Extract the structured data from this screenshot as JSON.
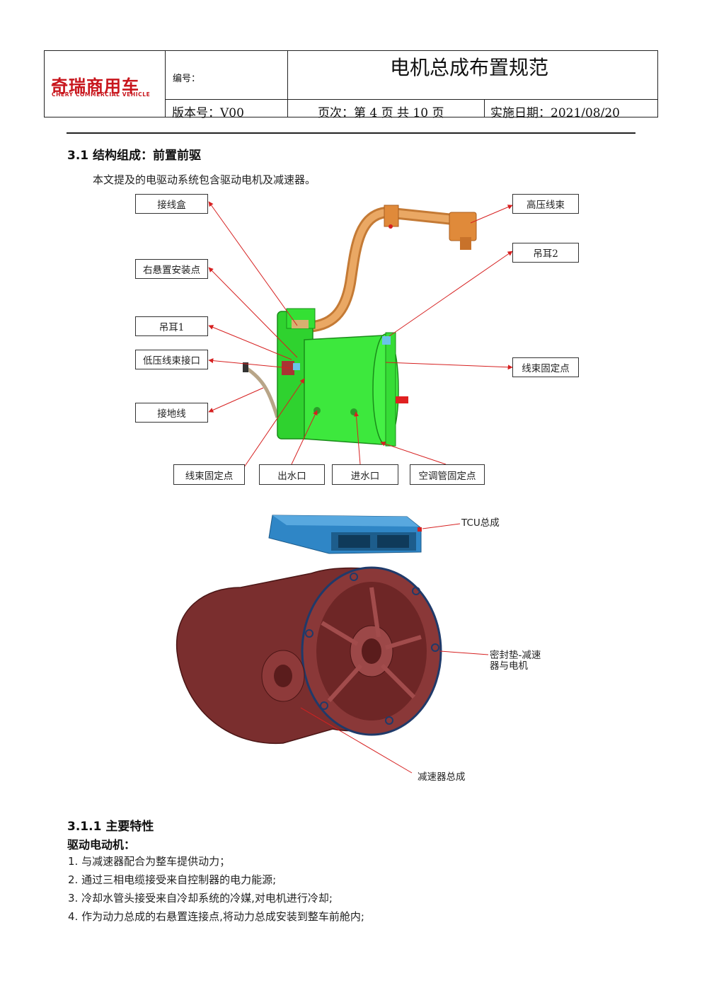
{
  "header": {
    "logo_cn": "奇瑞商用车",
    "logo_en": "CHERY COMMERCIAL VEHICLE",
    "number_label": "编号：",
    "title": "电机总成布置规范",
    "version": "版本号：V00",
    "page": "页次：第 4 页  共 10 页",
    "date": "实施日期：2021/08/20"
  },
  "section": {
    "heading": "3.1 结构组成：前置前驱",
    "intro": "本文提及的电驱动系统包含驱动电机及减速器。"
  },
  "figure1": {
    "labels": {
      "junction_box": "接线盒",
      "right_mount": "右悬置安装点",
      "lifting_lug1": "吊耳1",
      "lv_connector": "低压线束接口",
      "ground_wire": "接地线",
      "hv_harness": "高压线束",
      "lifting_lug2": "吊耳2",
      "harness_fix_right": "线束固定点",
      "harness_fix_bottom": "线束固定点",
      "water_outlet": "出水口",
      "water_inlet": "进水口",
      "ac_pipe_fix": "空调管固定点"
    }
  },
  "figure2": {
    "labels": {
      "tcu": "TCU总成",
      "gasket_line1": "密封垫-减速",
      "gasket_line2": "器与电机",
      "reducer": "减速器总成"
    }
  },
  "subsection": {
    "heading": "3.1.1 主要特性",
    "sub": "驱动电动机：",
    "items": [
      "1. 与减速器配合为整车提供动力；",
      "2. 通过三相电缆接受来自控制器的电力能源;",
      "3. 冷却水管头接受来自冷却系统的冷媒,对电机进行冷却;",
      "4. 作为动力总成的右悬置连接点,将动力总成安装到整车前舱内;"
    ]
  },
  "colors": {
    "brand_red": "#c8161d",
    "motor_green": "#39e83b",
    "cable_orange": "#e3a25c",
    "tcu_blue": "#2f86c6",
    "housing_maroon": "#7a2e2e",
    "arrow_red": "#d62020"
  }
}
